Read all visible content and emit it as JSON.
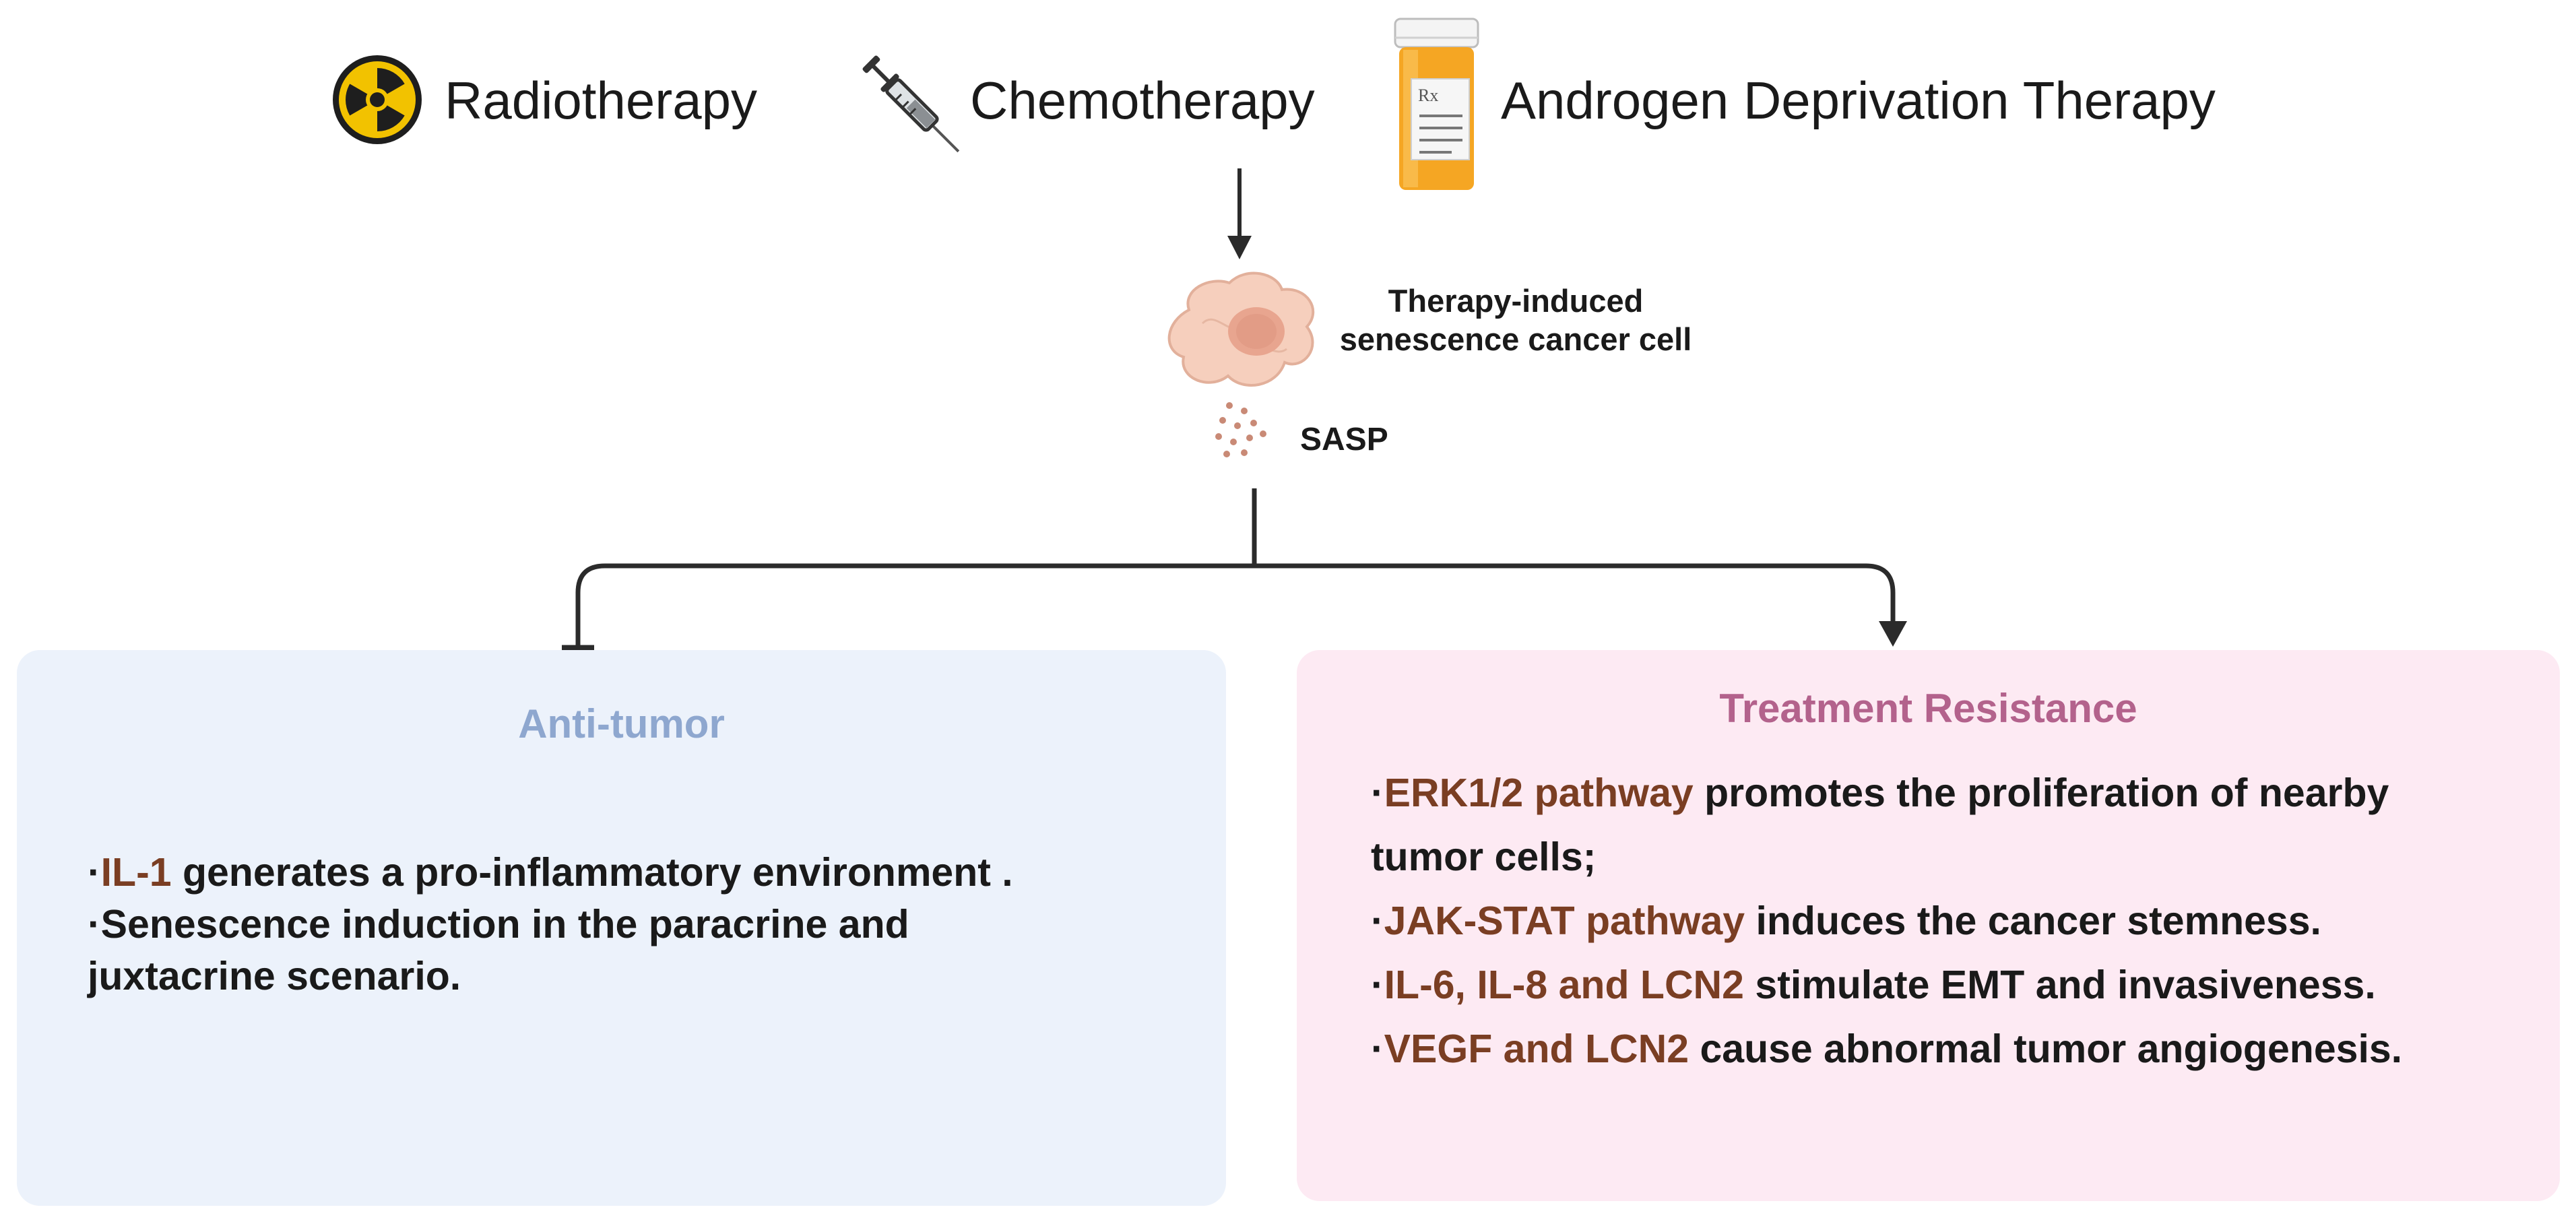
{
  "therapies": [
    {
      "label": "Radiotherapy",
      "icon": "radiation-hazard-icon"
    },
    {
      "label": "Chemotherapy",
      "icon": "syringe-icon"
    },
    {
      "label": "Androgen Deprivation Therapy",
      "icon": "pill-bottle-icon"
    }
  ],
  "cell": {
    "label_line1": "Therapy-induced",
    "label_line2": "senescence cancer cell",
    "icon": "senescent-cell-icon"
  },
  "sasp": {
    "label": "SASP",
    "icon": "secreted-particles-icon"
  },
  "anti_tumor": {
    "title": "Anti-tumor",
    "title_color": "#8ea7cf",
    "background": "#ecf2fb",
    "line1_highlight": "IL-1",
    "line1_rest": " generates a pro-inflammatory environment .",
    "line2": "Senescence induction in the paracrine and",
    "line3": "juxtacrine scenario."
  },
  "resistance": {
    "title": "Treatment Resistance",
    "title_color": "#b3628c",
    "background": "#fdeaf3",
    "item1_highlight": "ERK1/2  pathway",
    "item1_rest": " promotes the proliferation of nearby",
    "item1_cont": "tumor cells;",
    "item2_highlight": "JAK-STAT pathway",
    "item2_rest": " induces the cancer stemness.",
    "item3_highlight": "IL-6, IL-8 and LCN2",
    "item3_rest": " stimulate EMT and invasiveness.",
    "item4_highlight": "VEGF and LCN2",
    "item4_rest": " cause abnormal tumor angiogenesis."
  },
  "bullet": "·",
  "colors": {
    "highlight": "#7a3e23",
    "text": "#1a1a1a",
    "arrow": "#2b2b2b"
  }
}
